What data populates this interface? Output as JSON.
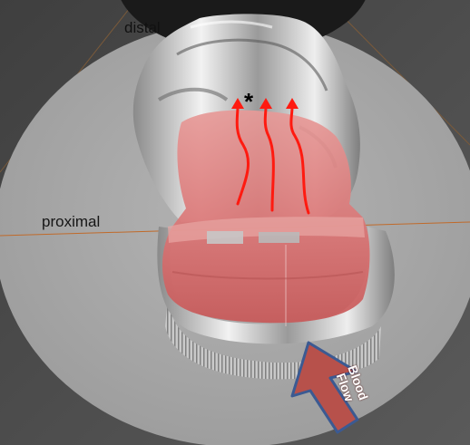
{
  "annotations": {
    "distal_label": "distal",
    "proximal_label": "proximal",
    "marker": "*"
  },
  "flow_arrow": {
    "line1": "Blood",
    "line2": "Flow"
  },
  "colors": {
    "background": "#6d6d6d",
    "disk": "#a9a9a9",
    "tissue_highlight": "#d66c6c",
    "flow_path": "#ff1a10",
    "arrow_fill": "#b7514b",
    "arrow_border": "#3b5a92",
    "axis_line": "#c06a2a"
  }
}
